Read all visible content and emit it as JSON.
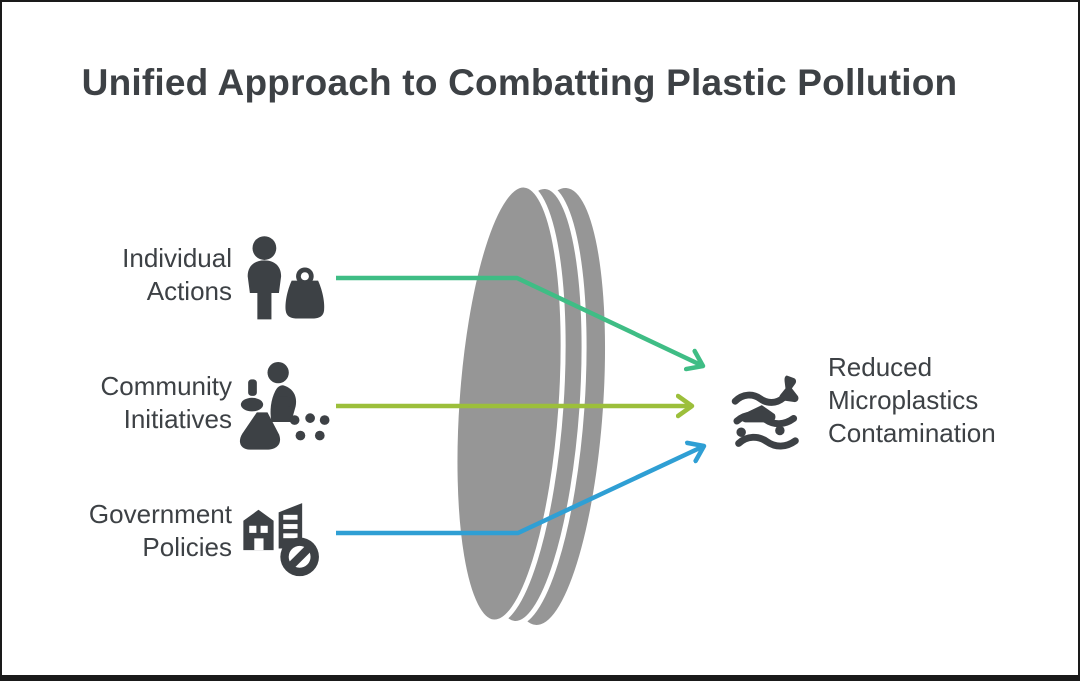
{
  "page": {
    "title": "Unified Approach to Combatting Plastic Pollution"
  },
  "colors": {
    "text": "#3d4145",
    "icon": "#3d4145",
    "lens": "#969696",
    "lens_divider": "#ffffff",
    "arrow_green": "#3fbd85",
    "arrow_olive": "#9cbf3b",
    "arrow_blue": "#2f9fd4",
    "background": "#ffffff",
    "frame_border": "#1a1a1a"
  },
  "inputs": [
    {
      "label": "Individual Actions",
      "icon": "person-with-shopping-bag-icon"
    },
    {
      "label": "Community Initiatives",
      "icon": "person-cleaning-up-icon"
    },
    {
      "label": "Government Policies",
      "icon": "buildings-with-ban-sign-icon"
    }
  ],
  "lens": {
    "icon": "converging-lens"
  },
  "output": {
    "label": "Reduced Microplastics Contamination",
    "icon": "waste-in-water-icon"
  }
}
